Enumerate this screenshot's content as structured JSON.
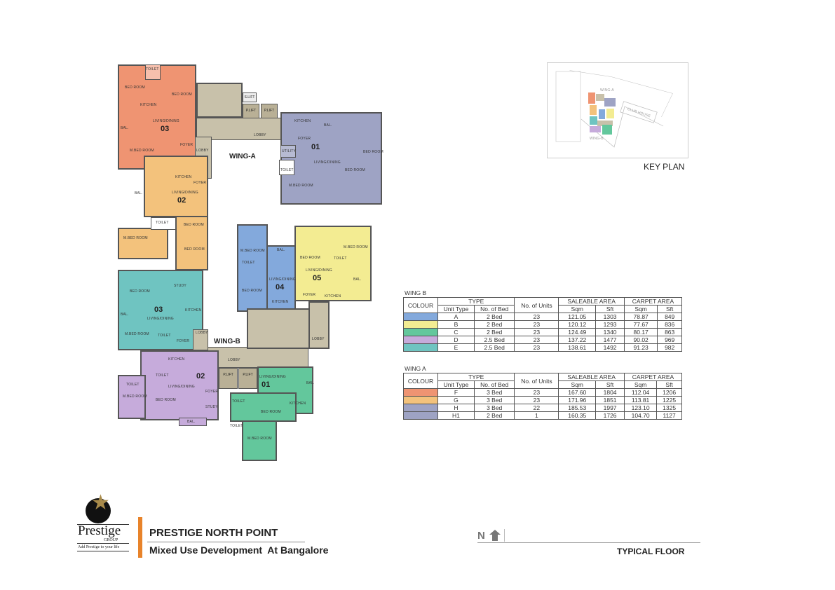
{
  "floor_plan": {
    "wing_a_label": "WING-A",
    "wing_b_label": "WING-B",
    "wing_a_units": [
      {
        "number": "03",
        "type": "F",
        "color": "#ef9472"
      },
      {
        "number": "02",
        "type": "G",
        "color": "#f3c27c"
      },
      {
        "number": "01",
        "type": "H",
        "color": "#9ea3c4"
      }
    ],
    "wing_b_units": [
      {
        "number": "04",
        "type": "A",
        "color": "#83a9dc"
      },
      {
        "number": "05",
        "type": "B",
        "color": "#f3ec92"
      },
      {
        "number": "01",
        "type": "C",
        "color": "#63c79c"
      },
      {
        "number": "02",
        "type": "D",
        "color": "#c6abdb"
      },
      {
        "number": "03",
        "type": "E",
        "color": "#6fc4c1"
      }
    ],
    "core_color": "#c8c1aa",
    "rooms": {
      "bed_room": "BED ROOM",
      "m_bed_room": "M.BED ROOM",
      "kitchen": "KITCHEN",
      "living_dining": "LIVING/DINING",
      "toilet": "TOILET",
      "bal": "BAL.",
      "foyer": "FOYER",
      "lobby": "LOBBY",
      "study": "STUDY",
      "p_lift": "P.LIFT",
      "s_lift": "S.LIFT",
      "utility": "UTILITY"
    }
  },
  "key_plan": {
    "title": "KEY PLAN",
    "wing_a": "WING-A",
    "wing_b": "WING-B",
    "club_house": "CLUB HOUSE"
  },
  "tables": [
    {
      "caption": "WING B",
      "headers": {
        "colour": "COLOUR",
        "type": "TYPE",
        "unit_type": "Unit Type",
        "no_of_bed": "No. of Bed",
        "no_of_units": "No. of Units",
        "saleable": "SALEABLE AREA",
        "carpet": "CARPET AREA",
        "sqm": "Sqm",
        "sft": "Sft"
      },
      "rows": [
        {
          "color": "#83a9dc",
          "unit_type": "A",
          "beds": "2 Bed",
          "units": "23",
          "sale_sqm": "121.05",
          "sale_sft": "1303",
          "carpet_sqm": "78.87",
          "carpet_sft": "849"
        },
        {
          "color": "#f3ec92",
          "unit_type": "B",
          "beds": "2 Bed",
          "units": "23",
          "sale_sqm": "120.12",
          "sale_sft": "1293",
          "carpet_sqm": "77.67",
          "carpet_sft": "836"
        },
        {
          "color": "#63c79c",
          "unit_type": "C",
          "beds": "2 Bed",
          "units": "23",
          "sale_sqm": "124.49",
          "sale_sft": "1340",
          "carpet_sqm": "80.17",
          "carpet_sft": "863"
        },
        {
          "color": "#c6abdb",
          "unit_type": "D",
          "beds": "2.5 Bed",
          "units": "23",
          "sale_sqm": "137.22",
          "sale_sft": "1477",
          "carpet_sqm": "90.02",
          "carpet_sft": "969"
        },
        {
          "color": "#6fc4c1",
          "unit_type": "E",
          "beds": "2.5 Bed",
          "units": "23",
          "sale_sqm": "138.61",
          "sale_sft": "1492",
          "carpet_sqm": "91.23",
          "carpet_sft": "982"
        }
      ]
    },
    {
      "caption": "WING A",
      "headers": {
        "colour": "COLOUR",
        "type": "TYPE",
        "unit_type": "Unit Type",
        "no_of_bed": "No. of Bed",
        "no_of_units": "No. of Units",
        "saleable": "SALEABLE AREA",
        "carpet": "CARPET AREA",
        "sqm": "Sqm",
        "sft": "Sft"
      },
      "rows": [
        {
          "color": "#ef9472",
          "unit_type": "F",
          "beds": "3 Bed",
          "units": "23",
          "sale_sqm": "167.60",
          "sale_sft": "1804",
          "carpet_sqm": "112.04",
          "carpet_sft": "1206"
        },
        {
          "color": "#f3c27c",
          "unit_type": "G",
          "beds": "3 Bed",
          "units": "23",
          "sale_sqm": "171.96",
          "sale_sft": "1851",
          "carpet_sqm": "113.81",
          "carpet_sft": "1225"
        },
        {
          "color": "#9ea3c4",
          "unit_type": "H",
          "beds": "3 Bed",
          "units": "22",
          "sale_sqm": "185.53",
          "sale_sft": "1997",
          "carpet_sqm": "123.10",
          "carpet_sft": "1325"
        },
        {
          "color": "#9ea3c4",
          "unit_type": "H1",
          "beds": "2 Bed",
          "units": "1",
          "sale_sqm": "160.35",
          "sale_sft": "1726",
          "carpet_sqm": "104.70",
          "carpet_sft": "1127"
        }
      ]
    }
  ],
  "title_block": {
    "logo_text": "Prestige",
    "logo_sub": "GROUP",
    "logo_tagline": "Add Prestige to your life",
    "project_name": "PRESTIGE NORTH POINT",
    "project_subtitle": "Mixed Use Development  At Bangalore",
    "north_label": "N",
    "sheet_title": "TYPICAL FLOOR",
    "accent_color": "#e8832a"
  }
}
